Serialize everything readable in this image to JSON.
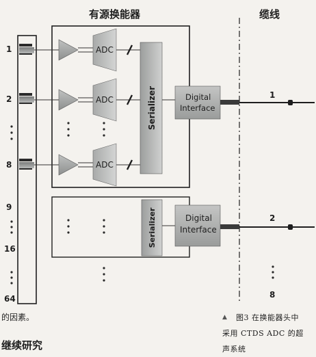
{
  "diagram": {
    "transducer_title": "有源换能器",
    "cable_title": "缆线",
    "element_labels": [
      "1",
      "2",
      "8",
      "9",
      "16",
      "64"
    ],
    "adc_label": "ADC",
    "serializer_label": "Serializer",
    "digital_interface_label": [
      "Digital",
      "Interface"
    ],
    "cable_labels": [
      "1",
      "2",
      "8"
    ]
  },
  "page_text": {
    "body_fragment": "的因素。",
    "section_heading": "继续研究",
    "caption_marker": "▲",
    "caption_lines": [
      "图3 在换能器头中",
      "采用 CTDS ADC 的超",
      "声系统"
    ]
  }
}
